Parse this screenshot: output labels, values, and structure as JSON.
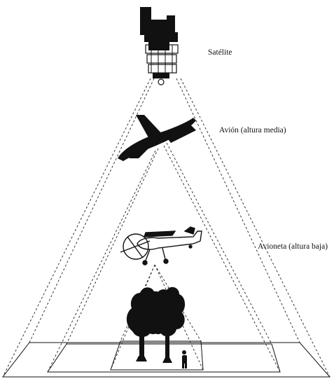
{
  "labels": {
    "satellite": "Satélite",
    "plane": "Avión (altura media)",
    "light_plane": "Avioneta (altura baja)"
  },
  "colors": {
    "ink": "#111111",
    "background": "#ffffff"
  },
  "icons": [
    "satellite-icon",
    "airplane-icon",
    "light-airplane-icon",
    "trees-icon",
    "person-icon"
  ]
}
